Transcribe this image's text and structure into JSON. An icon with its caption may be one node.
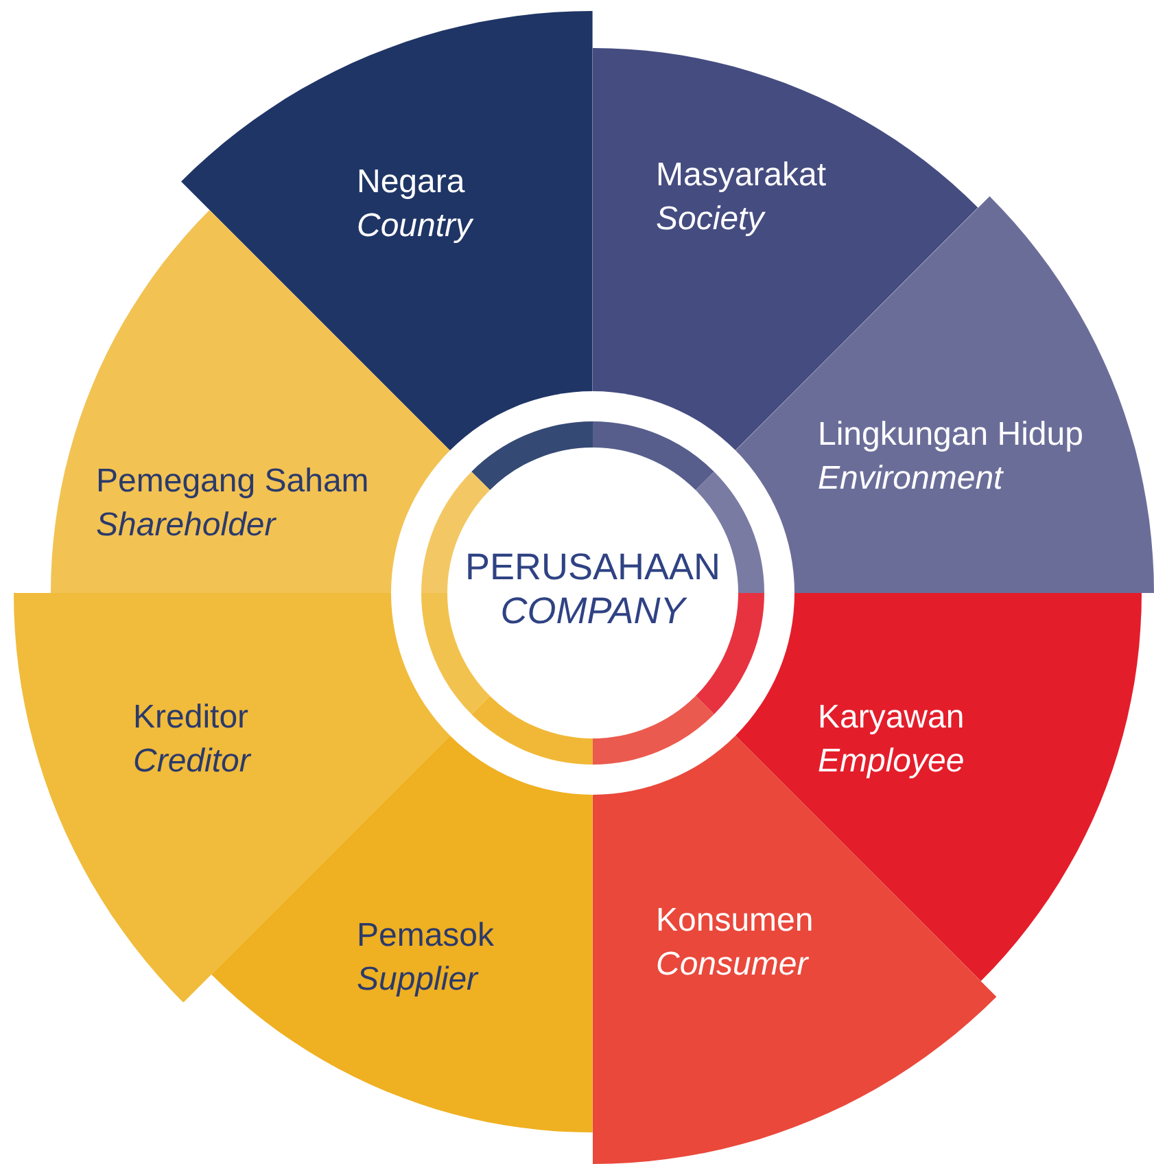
{
  "diagram": {
    "nodes": [
      {
        "text": [
          "PERUSAHAAN",
          "COMPANY"
        ]
      },
      {
        "text": [
          "Negara",
          "Country"
        ]
      },
      {
        "text": [
          "Masyarakat",
          "Society"
        ]
      },
      {
        "text": [
          "Lingkungan Hidup",
          "Environment"
        ]
      },
      {
        "text": [
          "Karyawan",
          "Employee"
        ]
      },
      {
        "text": [
          "Konsumen",
          "Consumer"
        ]
      },
      {
        "text": [
          "Pemasok",
          "Supplier"
        ]
      },
      {
        "text": [
          "Kreditor",
          "Creditor"
        ]
      },
      {
        "text": [
          "Pemegang Saham",
          "Shareholder"
        ]
      }
    ]
  }
}
